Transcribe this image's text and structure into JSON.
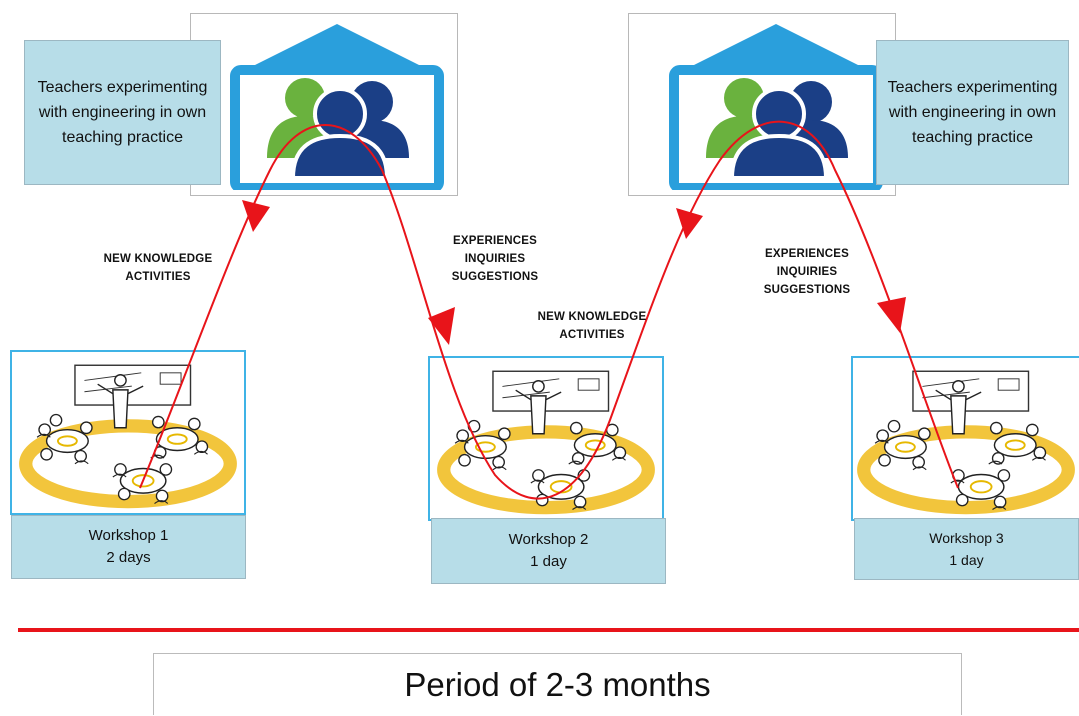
{
  "practice": [
    {
      "text": "Teachers experimenting with engineering  in own teaching practice"
    },
    {
      "text": "Teachers experimenting with engineering  in own teaching practice"
    }
  ],
  "workshops": [
    {
      "title": "Workshop 1",
      "duration": "2 days"
    },
    {
      "title": "Workshop 2",
      "duration": "1 day"
    },
    {
      "title": "Workshop 3",
      "duration": "1 day"
    }
  ],
  "up_notes": [
    {
      "line1": "NEW KNOWLEDGE",
      "line2": "ACTIVITIES"
    },
    {
      "line1": "NEW KNOWLEDGE",
      "line2": "ACTIVITIES"
    }
  ],
  "down_notes": [
    {
      "line1": "EXPERIENCES",
      "line2": "INQUIRIES",
      "line3": "SUGGESTIONS"
    },
    {
      "line1": "EXPERIENCES",
      "line2": "INQUIRIES",
      "line3": "SUGGESTIONS"
    }
  ],
  "period": {
    "label": "Period of 2-3 months"
  },
  "colors": {
    "arrow": "#e8141a",
    "house_blue": "#2a9fdc",
    "person_dark": "#1b3f86",
    "person_green": "#6ab23e",
    "label_bg": "#b7dde8",
    "ellipse": "#f2c53c"
  },
  "icons": {
    "house": "teacher-group-house-icon",
    "workshop": "workshop-group-illustration"
  }
}
